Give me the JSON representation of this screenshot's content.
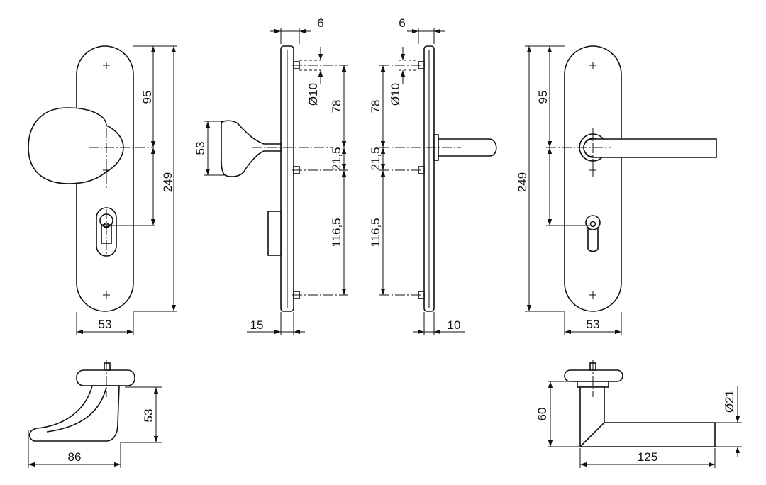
{
  "dimensions": {
    "front_knob": {
      "width": "53",
      "plate_to_spindle": "95",
      "plate_length": "249"
    },
    "side_knob": {
      "rose_offset": "6",
      "hole_diameter": "Ø10",
      "hole_to_spindle": "78",
      "spindle_to_hole": "21,5",
      "hole_pitch": "116,5",
      "knob_height": "53",
      "plate_thickness": "15"
    },
    "side_lever": {
      "rose_offset": "6",
      "hole_diameter": "Ø10",
      "hole_to_spindle": "78",
      "spindle_to_hole": "21,5",
      "hole_pitch": "116,5",
      "plate_thickness": "10"
    },
    "front_lever": {
      "width": "53",
      "plate_to_spindle": "95",
      "plate_length": "249"
    },
    "knob_profile": {
      "height": "53",
      "projection": "86"
    },
    "lever_profile": {
      "height": "60",
      "length": "125",
      "grip_diameter": "Ø21"
    }
  }
}
